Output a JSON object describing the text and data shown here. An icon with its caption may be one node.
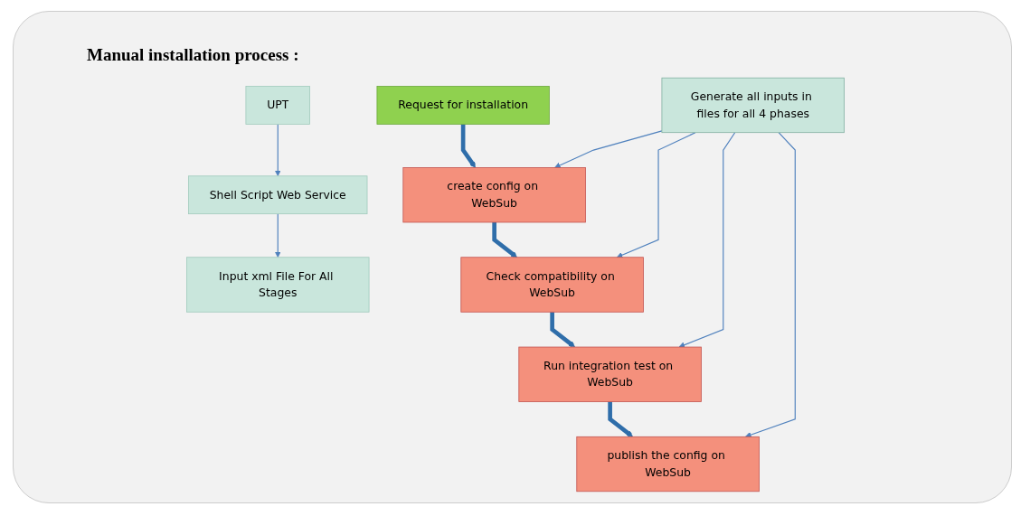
{
  "diagram": {
    "title": "Manual installation process :",
    "nodes": [
      {
        "text": [
          "UPT"
        ]
      },
      {
        "text": [
          "Shell Script Web Service"
        ]
      },
      {
        "text": [
          "Input xml File For All Stages"
        ]
      },
      {
        "text": [
          "Request for installation"
        ]
      },
      {
        "text": [
          "create config on WebSub"
        ]
      },
      {
        "text": [
          "Check compatibility on WebSub"
        ]
      },
      {
        "text": [
          "Run integration test on WebSub"
        ]
      },
      {
        "text": [
          "publish the config on WebSub"
        ]
      },
      {
        "text": [
          "Generate all inputs in files for all 4 phases"
        ]
      }
    ],
    "edges": [
      {
        "from": 0,
        "to": 1,
        "arrow": "to"
      },
      {
        "from": 1,
        "to": 2,
        "arrow": "to"
      },
      {
        "from": 3,
        "to": 4,
        "arrow": "to",
        "style": "thick",
        "color": "#2f6eaa"
      },
      {
        "from": 4,
        "to": 5,
        "arrow": "to",
        "style": "thick",
        "color": "#2f6eaa"
      },
      {
        "from": 5,
        "to": 6,
        "arrow": "to",
        "style": "thick",
        "color": "#2f6eaa"
      },
      {
        "from": 6,
        "to": 7,
        "arrow": "to",
        "style": "thick",
        "color": "#2f6eaa"
      },
      {
        "from": 8,
        "to": 4,
        "arrow": "to"
      },
      {
        "from": 8,
        "to": 5,
        "arrow": "to"
      },
      {
        "from": 8,
        "to": 6,
        "arrow": "to"
      },
      {
        "from": 8,
        "to": 7,
        "arrow": "to"
      }
    ]
  }
}
